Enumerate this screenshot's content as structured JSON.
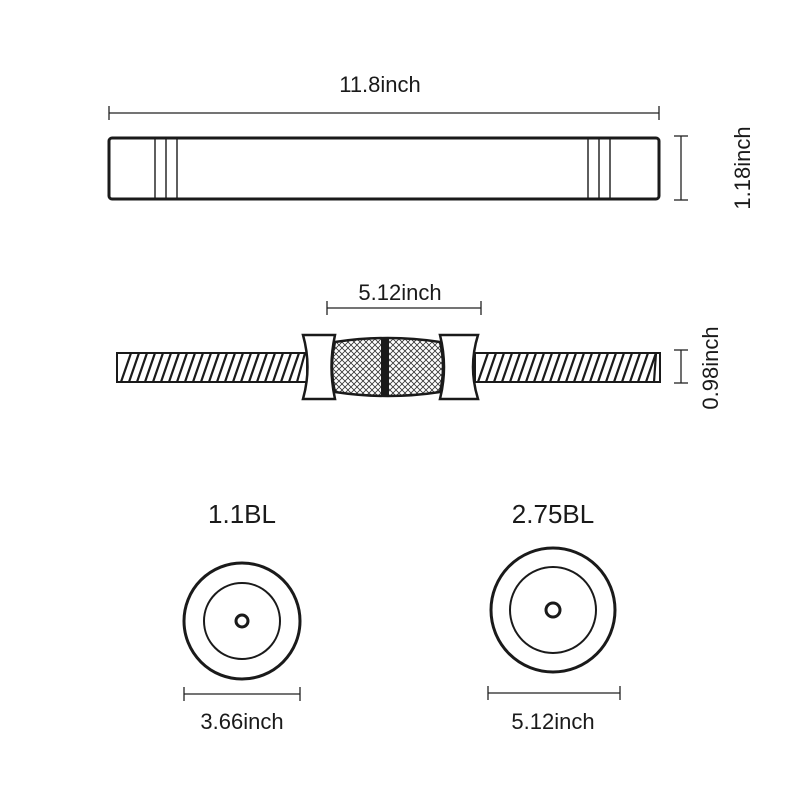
{
  "colors": {
    "ink": "#1a1a1a",
    "background": "#ffffff"
  },
  "handle": {
    "length_label": "11.8inch",
    "height_label": "1.18inch"
  },
  "bar": {
    "grip_length_label": "5.12inch",
    "diameter_label": "0.98inch"
  },
  "nut_small": {
    "weight_label": "1.1BL",
    "diameter_label": "3.66inch"
  },
  "nut_large": {
    "weight_label": "2.75BL",
    "diameter_label": "5.12inch"
  }
}
